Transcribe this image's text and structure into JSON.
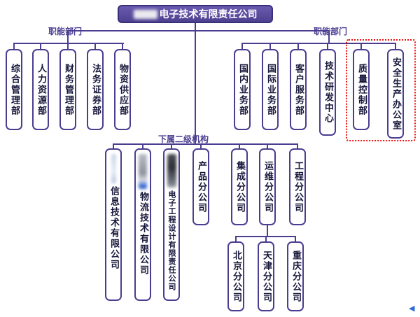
{
  "title": {
    "company_name": "电子技术有限责任公司"
  },
  "section_labels": {
    "functional_left": "职能部门",
    "functional_right": "职能部门",
    "subsidiaries": "下属二级机构"
  },
  "functional_left": [
    "综合管理部",
    "人力资源部",
    "财务管理部",
    "法务证券部",
    "物资供应部"
  ],
  "functional_right": [
    "国内业务部",
    "国际业务部",
    "客户服务部",
    "技术研发中心",
    "质量控制部",
    "安全生产办公室"
  ],
  "subsidiaries": [
    "信息技术有限公司",
    "物流技术有限公司",
    "电子工程设计有限责任公司",
    "产品分公司",
    "集成分公司",
    "运维分公司",
    "工程分公司"
  ],
  "branches": [
    "北京分公司",
    "天津分公司",
    "重庆分公司"
  ],
  "highlight": {
    "note": "质量控制部 与 安全生产办公室 以红色虚线框标注"
  },
  "colors": {
    "accent": "#4b3e91",
    "root_box_bg": "#5a4b9e",
    "highlight_border": "#ee1111",
    "text": "#16163a"
  },
  "icons": {
    "scroll_left": "◀"
  }
}
